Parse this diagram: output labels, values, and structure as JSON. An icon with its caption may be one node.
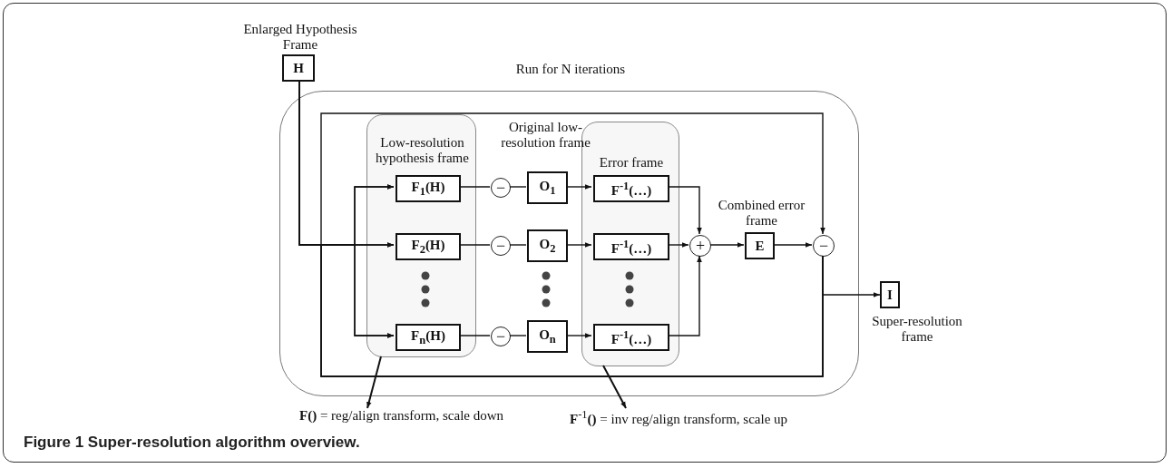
{
  "diagram": {
    "caption": "Figure 1 Super-resolution algorithm overview.",
    "nodes": [
      {
        "text": [
          "Enlarged Hypothesis Frame",
          "H"
        ]
      },
      {
        "text": [
          "Run for N iterations"
        ]
      },
      {
        "text": [
          "Low-resolution hypothesis frame"
        ],
        "in": 1
      },
      {
        "text": [
          "F$_{1}$(H)"
        ],
        "in": 2
      },
      {
        "text": [
          "F$_{2}$(H)"
        ],
        "in": 2
      },
      {
        "text": [
          "F$_{n}$(H)"
        ],
        "in": 2
      },
      {
        "text": [
          "−"
        ],
        "in": 1
      },
      {
        "text": [
          "−"
        ],
        "in": 1
      },
      {
        "text": [
          "−"
        ],
        "in": 1
      },
      {
        "text": [
          "O$_{1}$"
        ],
        "in": 1,
        "beside": [
          "Original low-resolution frame"
        ]
      },
      {
        "text": [
          "O$_{2}$"
        ],
        "in": 1
      },
      {
        "text": [
          "O$_{n}$"
        ],
        "in": 1
      },
      {
        "text": [
          "Error frame"
        ],
        "in": 1
      },
      {
        "text": [
          "F$^{-1}$(…)"
        ],
        "in": 12
      },
      {
        "text": [
          "F$^{-1}$(…)"
        ],
        "in": 12
      },
      {
        "text": [
          "F$^{-1}$(…)"
        ],
        "in": 12
      },
      {
        "text": [
          "+"
        ],
        "in": 1
      },
      {
        "text": [
          "E"
        ],
        "in": 1,
        "beside": [
          "Combined error frame"
        ]
      },
      {
        "text": [
          "−"
        ],
        "in": 1
      },
      {
        "text": [
          "I"
        ],
        "beside": [
          "Super-resolution frame"
        ]
      },
      {
        "text": [
          "**F()** = reg/align transform, scale down"
        ]
      },
      {
        "text": [
          "**F**$^{-1}$**()** = inv reg/align transform, scale up"
        ]
      }
    ],
    "edges": [
      {
        "from": 0,
        "to": 3,
        "arrow": "to"
      },
      {
        "from": 0,
        "to": 4,
        "arrow": "to"
      },
      {
        "from": 0,
        "to": 5,
        "arrow": "to"
      },
      {
        "from": 0,
        "to": 18,
        "arrow": "to"
      },
      {
        "from": 18,
        "to": 3,
        "arrow": "to"
      },
      {
        "from": 18,
        "to": 4,
        "arrow": "to"
      },
      {
        "from": 18,
        "to": 5,
        "arrow": "to"
      },
      {
        "from": 3,
        "to": 6,
        "arrow": "none"
      },
      {
        "from": 4,
        "to": 7,
        "arrow": "none"
      },
      {
        "from": 5,
        "to": 8,
        "arrow": "none"
      },
      {
        "from": 6,
        "to": 9,
        "arrow": "none"
      },
      {
        "from": 7,
        "to": 10,
        "arrow": "none"
      },
      {
        "from": 8,
        "to": 11,
        "arrow": "none"
      },
      {
        "from": 9,
        "to": 13,
        "arrow": "to"
      },
      {
        "from": 10,
        "to": 14,
        "arrow": "to"
      },
      {
        "from": 11,
        "to": 15,
        "arrow": "to"
      },
      {
        "from": 13,
        "to": 16,
        "arrow": "to"
      },
      {
        "from": 14,
        "to": 16,
        "arrow": "to"
      },
      {
        "from": 15,
        "to": 16,
        "arrow": "to"
      },
      {
        "from": 16,
        "to": 17,
        "arrow": "to"
      },
      {
        "from": 17,
        "to": 18,
        "arrow": "to"
      },
      {
        "from": 18,
        "to": 19,
        "arrow": "to"
      },
      {
        "from": 2,
        "to": 20,
        "arrow": "to"
      },
      {
        "from": 12,
        "to": 21,
        "arrow": "to"
      }
    ]
  }
}
